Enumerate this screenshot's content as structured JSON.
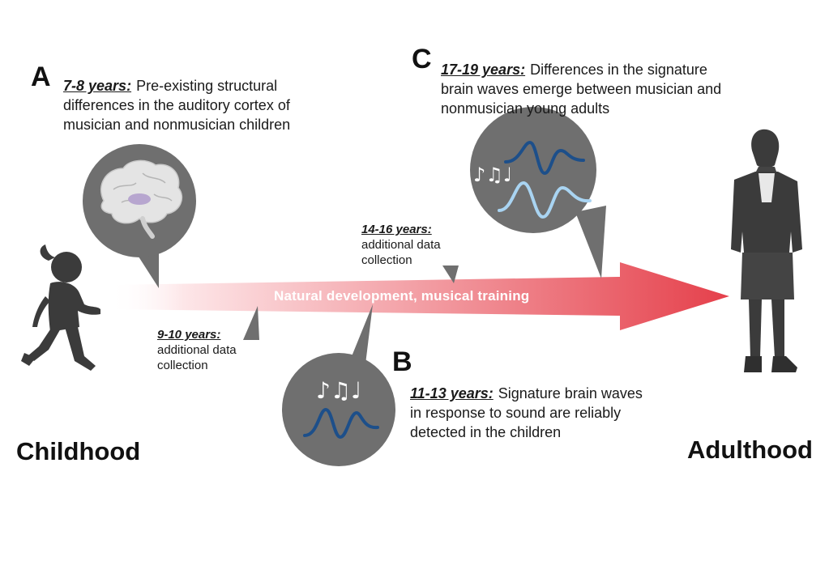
{
  "panels": {
    "a": {
      "letter": "A",
      "age": "7-8 years:",
      "text_lines": [
        "Pre-existing structural",
        "differences in the auditory cortex of",
        "musician and nonmusician children"
      ]
    },
    "b": {
      "letter": "B",
      "age": "11-13 years:",
      "text_lines": [
        "Signature brain waves",
        "in response to sound are reliably",
        "detected in the children"
      ]
    },
    "c": {
      "letter": "C",
      "age": "17-19 years:",
      "text_lines": [
        "Differences in the signature",
        "brain waves emerge between musician and",
        "nonmusician young adults"
      ]
    }
  },
  "data_points": {
    "first": {
      "age": "9-10 years:",
      "lines": [
        "additional data",
        "collection"
      ]
    },
    "second": {
      "age": "14-16 years:",
      "lines": [
        "additional data",
        "collection"
      ]
    }
  },
  "arrow": {
    "label": "Natural development, musical training"
  },
  "stages": {
    "start": "Childhood",
    "end": "Adulthood"
  },
  "music_symbol": "♪♫♩",
  "icons": {
    "brain": "brain-icon",
    "waves": "brain-wave-icon",
    "notes": "music-notes-icon",
    "child": "running-child-icon",
    "adult": "adult-woman-icon"
  },
  "colors": {
    "arrow_start": "#fde6e8",
    "arrow_end": "#e5404b",
    "bubble": "#6f6f6f",
    "wave_dark": "#1d4f8a",
    "wave_light": "#a9d4f2",
    "silhouette": "#3b3b3b"
  }
}
